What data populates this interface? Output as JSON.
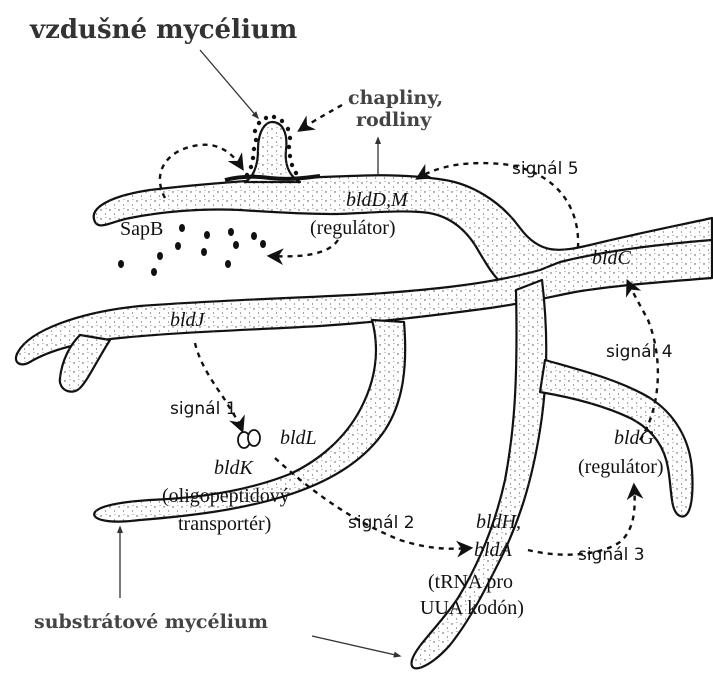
{
  "labels": {
    "aerial_mycelium": "vzdušné mycélium",
    "chaplins_line1": "chapliny,",
    "chaplins_line2": "rodliny",
    "signal5": "signál 5",
    "bldDM_gene": "bldD,M",
    "regulator1": "(regulátor)",
    "sapB": "SapB",
    "bldC": "bldC",
    "bldJ": "bldJ",
    "signal4": "signál 4",
    "signal1": "signál 1",
    "bldL": "bldL",
    "bldK": "bldK",
    "oligo_line1": "(oligopeptidový",
    "oligo_line2": "transportér)",
    "bldG": "bldG",
    "regulator2": "(regulátor)",
    "signal2": "signál 2",
    "bldH": "bldH,",
    "bldA": "bldA",
    "signal3": "signál 3",
    "trna_line1": "(tRNA pro",
    "trna_line2": "UUA kodón)",
    "substrate_mycelium": "substrátové mycélium"
  }
}
